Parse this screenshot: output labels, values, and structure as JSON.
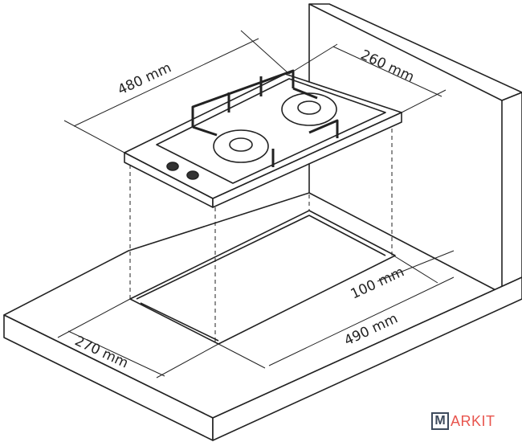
{
  "dimensions": {
    "hob_width": "480 mm",
    "hob_depth": "260 mm",
    "wall_clearance": "100 mm",
    "cutout_width": "490 mm",
    "cutout_depth": "270 mm"
  },
  "logo": {
    "mark": "M",
    "text": "ARKIT",
    "full": "MARKIT"
  },
  "colors": {
    "line": "#222222",
    "logo_dark": "#3d4a5c",
    "logo_red": "#e8554e"
  }
}
